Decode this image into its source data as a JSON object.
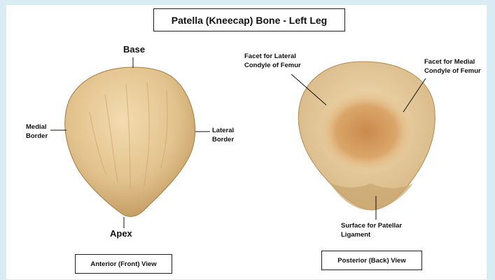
{
  "title": "Patella (Kneecap) Bone - Left Leg",
  "anterior": {
    "caption": "Anterior (Front) View",
    "labels": {
      "base": "Base",
      "apex": "Apex",
      "medial_border": [
        "Medial",
        "Border"
      ],
      "lateral_border": [
        "Lateral",
        "Border"
      ]
    }
  },
  "posterior": {
    "caption": "Posterior (Back) View",
    "labels": {
      "lateral_facet": [
        "Facet for Lateral",
        "Condyle of Femur"
      ],
      "medial_facet": [
        "Facet for Medial",
        "Condyle of Femur"
      ],
      "patellar_ligament": [
        "Surface for Patellar",
        "Ligament"
      ]
    }
  }
}
